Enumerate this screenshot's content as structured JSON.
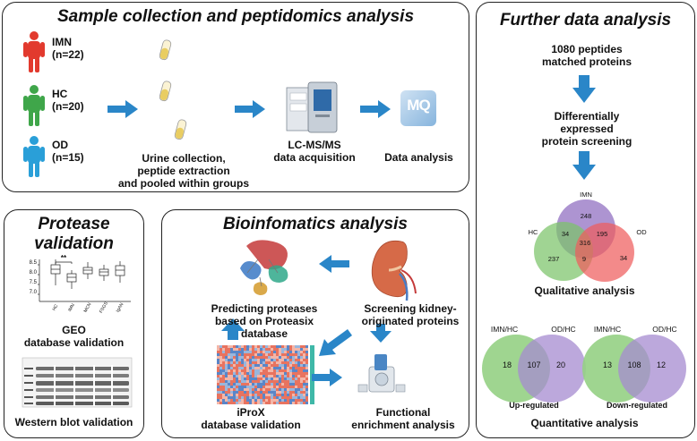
{
  "panels": {
    "sample": {
      "title": "Sample collection and peptidomics analysis",
      "groups": [
        {
          "name": "IMN",
          "n": "(n=22)",
          "color": "#e23a2e"
        },
        {
          "name": "HC",
          "n": "(n=20)",
          "color": "#3fa64a"
        },
        {
          "name": "OD",
          "n": "(n=15)",
          "color": "#2a9fd8"
        }
      ],
      "urine_label": [
        "Urine collection,",
        "peptide extraction",
        "and pooled within groups"
      ],
      "lcms_label": [
        "LC-MS/MS",
        "data acquisition"
      ],
      "mq_glyph": "MQ",
      "analysis_label": "Data analysis"
    },
    "further": {
      "title": "Further data analysis",
      "step1": [
        "1080  peptides",
        "matched proteins"
      ],
      "step2": [
        "Differentially",
        "expressed",
        "protein screening"
      ],
      "venn3": {
        "labels": {
          "imn": "IMN",
          "hc": "HC",
          "od": "OD"
        },
        "values": {
          "imn_only": "248",
          "hc_only": "237",
          "od_only": "34",
          "imn_hc": "34",
          "imn_od": "195",
          "hc_od": "9",
          "all": "316"
        }
      },
      "qualitative_label": "Qualitative analysis",
      "venn_up": {
        "left_label": "IMN/HC",
        "right_label": "OD/HC",
        "left": "18",
        "mid": "107",
        "right": "20",
        "caption": "Up-regulated"
      },
      "venn_down": {
        "left_label": "IMN/HC",
        "right_label": "OD/HC",
        "left": "13",
        "mid": "108",
        "right": "12",
        "caption": "Down-regulated"
      },
      "quantitative_label": "Quantitative analysis"
    },
    "protease": {
      "title": [
        "Protease",
        "validation"
      ],
      "box_sig": "**",
      "box_yticks": [
        "8.5",
        "8.0",
        "7.5",
        "7.0"
      ],
      "box_xticks": [
        "HC",
        "IMN",
        "MCN",
        "FSGS",
        "IgAN"
      ],
      "geo_label": [
        "GEO",
        "database validation"
      ],
      "wb_label": "Western blot validation"
    },
    "bioinfo": {
      "title": "Bioinfomatics analysis",
      "predict_label": [
        "Predicting proteases",
        "based on Proteasix database"
      ],
      "screen_label": [
        "Screening kidney-",
        "originated proteins"
      ],
      "iprox_label": [
        "iProX",
        "database validation"
      ],
      "functional_label": [
        "Functional",
        "enrichment analysis"
      ]
    }
  },
  "colors": {
    "arrow": "#2a86c8",
    "venn_imn": "#8e6bbf",
    "venn_hc": "#7cc36a",
    "venn_od": "#ef5d5d",
    "venn_purple": "#a58bd0",
    "venn_green": "#95d084"
  }
}
